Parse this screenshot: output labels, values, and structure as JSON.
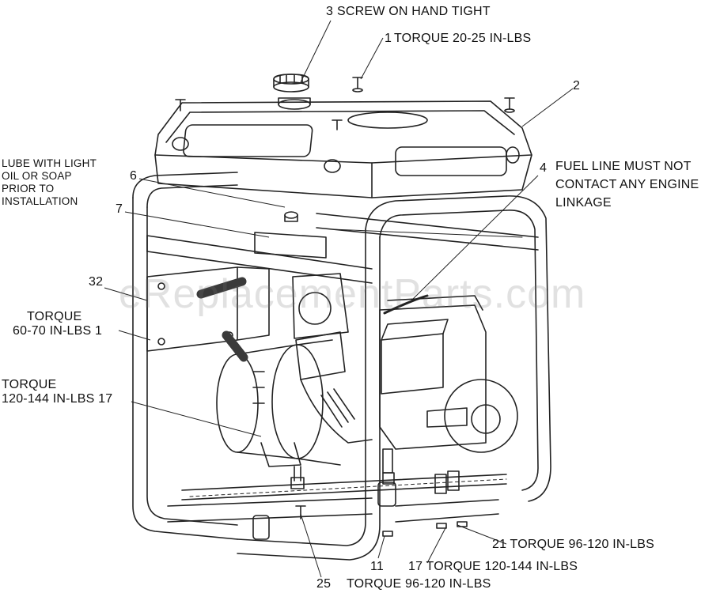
{
  "watermark": "eReplacementParts.com",
  "callouts": {
    "c3": {
      "num": "3",
      "text": "SCREW ON HAND TIGHT"
    },
    "c1_top": {
      "num": "1",
      "text": "TORQUE 20-25 IN-LBS"
    },
    "c2": {
      "num": "2"
    },
    "c4": {
      "num": "4",
      "text_lines": [
        "FUEL LINE MUST NOT",
        "CONTACT ANY ENGINE",
        "LINKAGE"
      ]
    },
    "lube": {
      "text_lines": [
        "LUBE WITH LIGHT",
        "OIL OR SOAP",
        "PRIOR TO",
        "INSTALLATION"
      ]
    },
    "c6": {
      "num": "6"
    },
    "c7": {
      "num": "7"
    },
    "c32": {
      "num": "32"
    },
    "c1_left": {
      "text_lines": [
        "TORQUE",
        "60-70 IN-LBS 1"
      ]
    },
    "c17_left": {
      "text_lines": [
        "TORQUE",
        "120-144 IN-LBS 17"
      ]
    },
    "c21": {
      "text": "21 TORQUE 96-120 IN-LBS"
    },
    "c17_bottom": {
      "text": "17 TORQUE 120-144 IN-LBS"
    },
    "c11": {
      "num": "11",
      "text": "TORQUE 96-120 IN-LBS"
    },
    "c25": {
      "num": "25"
    }
  }
}
